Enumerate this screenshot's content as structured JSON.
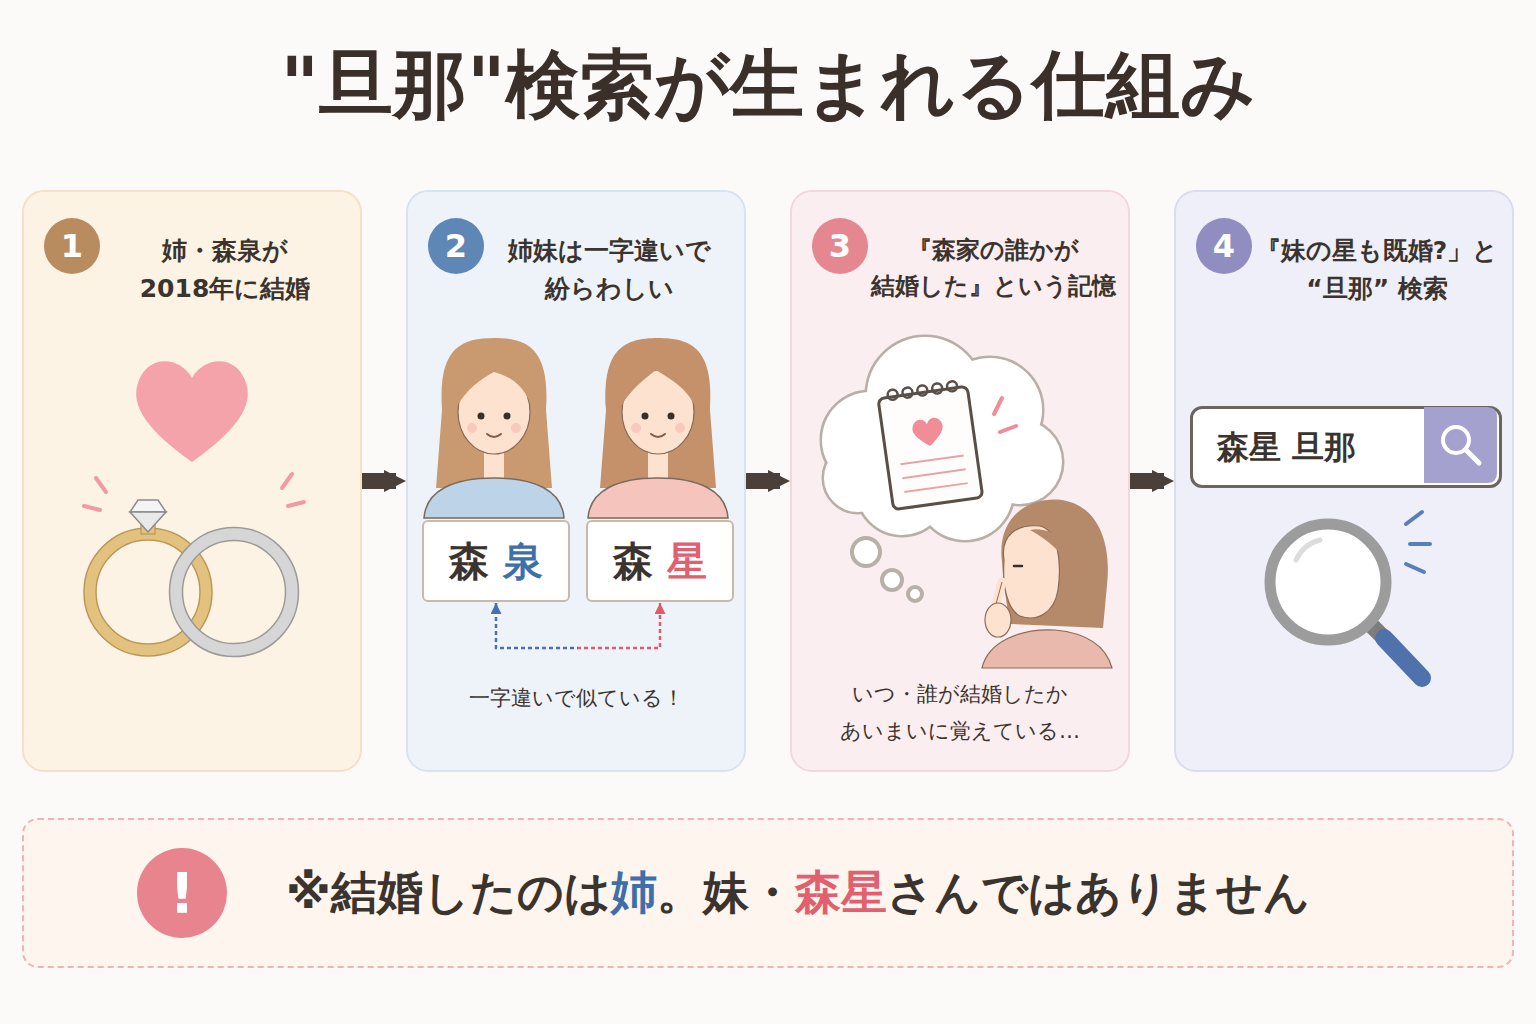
{
  "diagram": {
    "title": "\"旦那\"検索が生まれる仕組み",
    "nodes": [
      {
        "text": [
          "姉・森泉が 2018年に結婚"
        ]
      },
      {
        "text": [
          "1"
        ],
        "in": 0
      },
      {
        "text": [
          "姉妹は一字違いで 紛らわしい",
          "一字違いで似ている！"
        ]
      },
      {
        "text": [
          "2"
        ],
        "in": 2
      },
      {
        "text": [
          "森 泉"
        ],
        "in": 2
      },
      {
        "text": [
          "森 星"
        ],
        "in": 2
      },
      {
        "text": [
          "『森家の誰かが 結婚した』という記憶",
          "いつ・誰が結婚したか あいまいに覚えている…"
        ]
      },
      {
        "text": [
          "3"
        ],
        "in": 6
      },
      {
        "text": [
          "『妹の星も既婚?」と “旦那” 検索"
        ]
      },
      {
        "text": [
          "4"
        ],
        "in": 8
      },
      {
        "text": [
          "森星 旦那"
        ],
        "in": 8
      },
      {
        "text": [
          "※結婚したのは姉。妹・森星さんではありません"
        ]
      },
      {
        "text": [
          "!"
        ],
        "in": 11
      }
    ],
    "edges": [
      {
        "from": 0,
        "to": 2,
        "arrow": "to"
      },
      {
        "from": 2,
        "to": 6,
        "arrow": "to"
      },
      {
        "from": 6,
        "to": 8,
        "arrow": "to"
      },
      {
        "from": 4,
        "to": 5,
        "arrow": "both"
      }
    ]
  }
}
